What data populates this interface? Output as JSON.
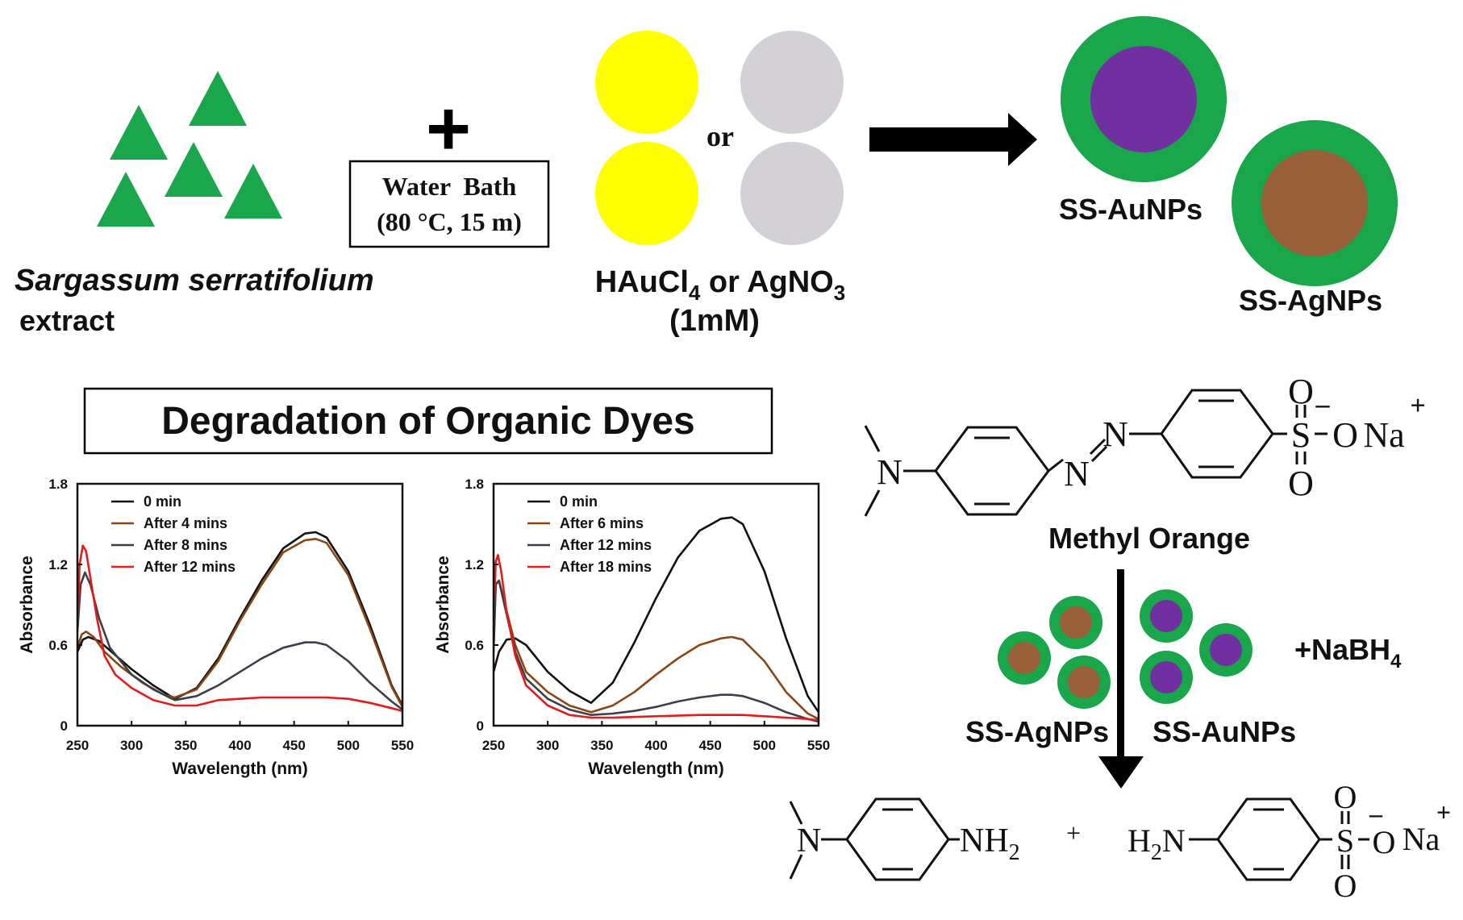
{
  "top": {
    "extract_label_italic": "Sargassum serratifolium",
    "extract_label_plain": "extract",
    "plus_symbol": "+",
    "water_bath_line1": "Water  Bath",
    "water_bath_line2": "(80 °C, 15 m)",
    "or_label": "or",
    "reagent_parts": {
      "a": "HAuCl",
      "a_sub": "4",
      "b": " or AgNO",
      "b_sub": "3"
    },
    "reagent_conc": "(1mM)",
    "product_au": "SS-AuNPs",
    "product_ag": "SS-AgNPs"
  },
  "degradation_title": "Degradation of Organic Dyes",
  "chart_data": [
    {
      "type": "line",
      "xlabel": "Wavelength (nm)",
      "ylabel": "Absorbance",
      "xlim": [
        250,
        550
      ],
      "ylim": [
        0,
        1.8
      ],
      "xticks": [
        250,
        300,
        350,
        400,
        450,
        500,
        550
      ],
      "yticks": [
        0,
        0.6,
        1.2,
        1.8
      ],
      "ytick_labels": [
        "0",
        "0.6",
        "1.2",
        "1.8"
      ],
      "legend_position": "top-left",
      "series": [
        {
          "name": "0 min",
          "color": "#111111",
          "x": [
            250,
            255,
            260,
            270,
            280,
            300,
            320,
            340,
            360,
            380,
            400,
            420,
            440,
            460,
            470,
            480,
            500,
            520,
            540,
            550
          ],
          "y": [
            0.55,
            0.64,
            0.66,
            0.63,
            0.56,
            0.42,
            0.3,
            0.2,
            0.28,
            0.5,
            0.8,
            1.08,
            1.32,
            1.43,
            1.44,
            1.4,
            1.15,
            0.75,
            0.3,
            0.15
          ]
        },
        {
          "name": "After 4 mins",
          "color": "#8b4513",
          "x": [
            250,
            254,
            258,
            265,
            275,
            290,
            310,
            330,
            340,
            360,
            380,
            400,
            420,
            440,
            460,
            470,
            480,
            500,
            520,
            540,
            550
          ],
          "y": [
            0.58,
            0.68,
            0.7,
            0.66,
            0.55,
            0.44,
            0.32,
            0.23,
            0.21,
            0.27,
            0.48,
            0.78,
            1.05,
            1.29,
            1.38,
            1.39,
            1.36,
            1.12,
            0.72,
            0.29,
            0.14
          ]
        },
        {
          "name": "After 8 mins",
          "color": "#3a3f4a",
          "x": [
            250,
            253,
            257,
            262,
            270,
            280,
            300,
            320,
            340,
            360,
            380,
            400,
            420,
            440,
            460,
            470,
            480,
            500,
            520,
            540,
            550
          ],
          "y": [
            0.7,
            1.05,
            1.14,
            1.05,
            0.8,
            0.58,
            0.38,
            0.27,
            0.19,
            0.22,
            0.3,
            0.4,
            0.5,
            0.58,
            0.62,
            0.62,
            0.6,
            0.48,
            0.32,
            0.18,
            0.12
          ]
        },
        {
          "name": "After 12 mins",
          "color": "#e41a1c",
          "x": [
            250,
            252,
            255,
            258,
            262,
            268,
            275,
            285,
            300,
            320,
            340,
            360,
            380,
            400,
            420,
            440,
            460,
            480,
            500,
            520,
            540,
            550
          ],
          "y": [
            0.7,
            1.2,
            1.34,
            1.3,
            1.1,
            0.8,
            0.52,
            0.38,
            0.28,
            0.19,
            0.15,
            0.15,
            0.19,
            0.2,
            0.21,
            0.21,
            0.21,
            0.21,
            0.2,
            0.17,
            0.13,
            0.11
          ]
        }
      ]
    },
    {
      "type": "line",
      "xlabel": "Wavelength (nm)",
      "ylabel": "Absorbance",
      "xlim": [
        250,
        550
      ],
      "ylim": [
        0,
        1.8
      ],
      "xticks": [
        250,
        300,
        350,
        400,
        450,
        500,
        550
      ],
      "yticks": [
        0,
        0.6,
        1.2,
        1.8
      ],
      "ytick_labels": [
        "0",
        "0.6",
        "1.2",
        "1.8"
      ],
      "legend_position": "top-left",
      "series": [
        {
          "name": "0 min",
          "color": "#111111",
          "x": [
            250,
            255,
            262,
            270,
            280,
            300,
            320,
            340,
            360,
            380,
            400,
            420,
            440,
            460,
            470,
            480,
            500,
            520,
            540,
            550
          ],
          "y": [
            0.4,
            0.55,
            0.64,
            0.65,
            0.6,
            0.4,
            0.26,
            0.17,
            0.32,
            0.62,
            0.95,
            1.25,
            1.45,
            1.54,
            1.55,
            1.5,
            1.15,
            0.65,
            0.22,
            0.1
          ]
        },
        {
          "name": "After 6 mins",
          "color": "#8b4513",
          "x": [
            250,
            252,
            255,
            260,
            270,
            280,
            300,
            320,
            340,
            360,
            380,
            400,
            420,
            440,
            460,
            470,
            480,
            500,
            520,
            540,
            550
          ],
          "y": [
            0.6,
            1.05,
            1.08,
            0.92,
            0.6,
            0.4,
            0.25,
            0.15,
            0.1,
            0.15,
            0.25,
            0.38,
            0.5,
            0.6,
            0.65,
            0.66,
            0.64,
            0.48,
            0.25,
            0.09,
            0.05
          ]
        },
        {
          "name": "After 12 mins",
          "color": "#3a3f4a",
          "x": [
            250,
            252,
            255,
            260,
            270,
            280,
            300,
            320,
            340,
            360,
            380,
            400,
            420,
            440,
            460,
            470,
            480,
            500,
            520,
            540,
            550
          ],
          "y": [
            0.55,
            1.05,
            1.08,
            0.9,
            0.55,
            0.35,
            0.2,
            0.12,
            0.08,
            0.09,
            0.11,
            0.14,
            0.18,
            0.21,
            0.23,
            0.23,
            0.22,
            0.17,
            0.1,
            0.05,
            0.03
          ]
        },
        {
          "name": "After 18 mins",
          "color": "#e41a1c",
          "x": [
            250,
            252,
            254,
            257,
            262,
            270,
            280,
            300,
            320,
            340,
            360,
            400,
            440,
            460,
            470,
            480,
            500,
            520,
            540,
            550
          ],
          "y": [
            0.8,
            1.22,
            1.27,
            1.15,
            0.85,
            0.52,
            0.3,
            0.15,
            0.08,
            0.06,
            0.06,
            0.07,
            0.08,
            0.08,
            0.08,
            0.08,
            0.07,
            0.06,
            0.05,
            0.04
          ]
        }
      ]
    }
  ],
  "methyl_orange": {
    "name": "Methyl Orange",
    "n_label": "N",
    "o_label": "O",
    "s_label": "S",
    "ominus_label": "O",
    "minus_sign": "–",
    "na_label": "Na",
    "plus_sign": "+"
  },
  "reduction": {
    "reagent_prefix": "+NaBH",
    "reagent_sub": "4",
    "ag_label": "SS-AgNPs",
    "au_label": "SS-AuNPs"
  },
  "products": {
    "n_label": "N",
    "nh2_label": "NH",
    "nh2_sub": "2",
    "plus_sign": "+",
    "h2n_h": "H",
    "h2n_sub": "2",
    "h2n_n": "N",
    "s_label": "S",
    "o_label": "O",
    "ominus_label": "O",
    "minus_sign": "–",
    "na_label": "Na",
    "na_plus": "+"
  },
  "colors": {
    "green": "#1aa64a",
    "gold_yellow": "#ffff00",
    "silver_gray": "#d3d1d6",
    "au_core": "#7030a0",
    "ag_core": "#99603a",
    "arrow": "#000000"
  }
}
